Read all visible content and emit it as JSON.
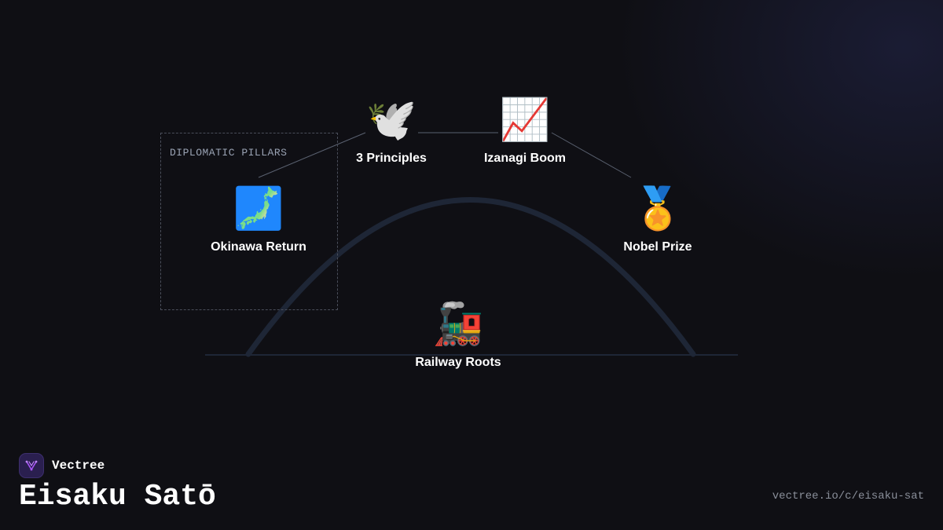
{
  "group": {
    "label": "DIPLOMATIC PILLARS"
  },
  "nodes": {
    "okinawa": {
      "icon": "🗾",
      "icon_name": "japan-map-icon",
      "label": "Okinawa Return"
    },
    "principles": {
      "icon": "🕊️",
      "icon_name": "dove-icon",
      "label": "3 Principles"
    },
    "izanagi": {
      "icon": "📈",
      "icon_name": "chart-increasing-icon",
      "label": "Izanagi Boom"
    },
    "nobel": {
      "icon": "🏅",
      "icon_name": "medal-icon",
      "label": "Nobel Prize"
    },
    "railway": {
      "icon": "🚂",
      "icon_name": "locomotive-icon",
      "label": "Railway Roots"
    }
  },
  "footer": {
    "brand_name": "Vectree",
    "title": "Eisaku Satō",
    "url": "vectree.io/c/eisaku-sat"
  },
  "colors": {
    "background": "#0f0f14",
    "arc": "#1e2636",
    "connector": "#5a6170",
    "brand_accent": "#a855f7"
  }
}
